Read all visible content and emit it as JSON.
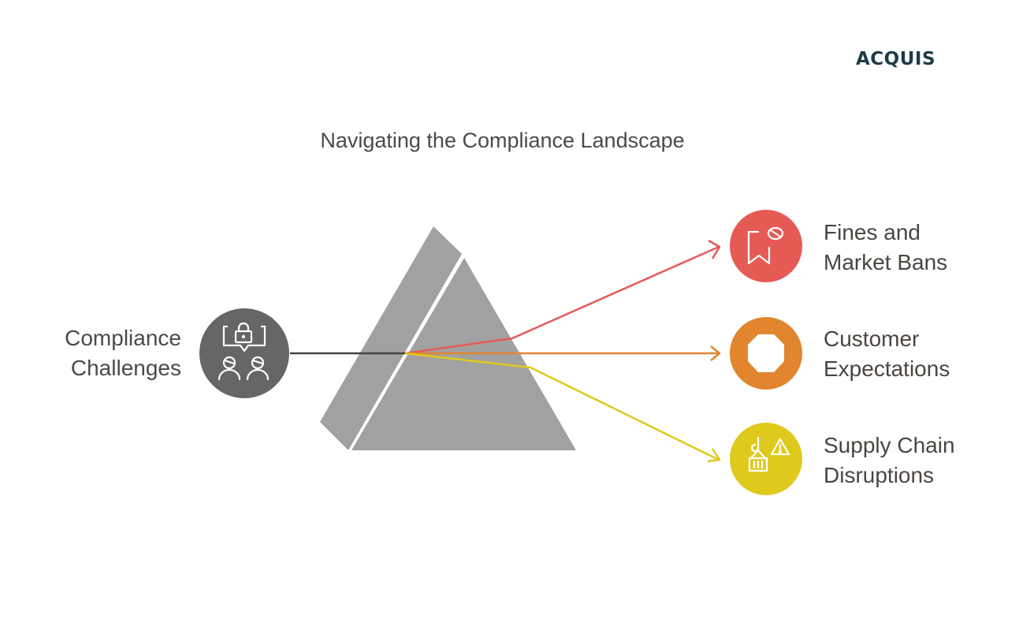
{
  "brand": {
    "logo": "ACQUIS",
    "color": "#1d3a47"
  },
  "title": "Navigating the Compliance Landscape",
  "source": {
    "label_line1": "Compliance",
    "label_line2": "Challenges",
    "icon": "people-lock-chat-icon",
    "color": "#666666"
  },
  "prism": {
    "color": "#a1a1a1"
  },
  "outcomes": [
    {
      "label_line1": "Fines and",
      "label_line2": "Market Bans",
      "icon": "bookmark-ban-icon",
      "color": "#e65a55"
    },
    {
      "label_line1": "Customer",
      "label_line2": "Expectations",
      "icon": "octagon-ring-icon",
      "color": "#e2852f"
    },
    {
      "label_line1": "Supply Chain",
      "label_line2": "Disruptions",
      "icon": "container-warning-icon",
      "color": "#e0c91d"
    }
  ]
}
